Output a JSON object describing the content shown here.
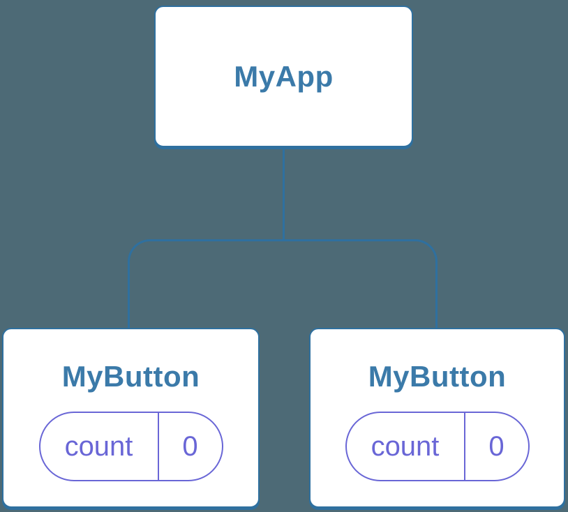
{
  "diagram": {
    "description": "Component tree diagram: root component with two child components holding independent state",
    "tree": {
      "root": {
        "label": "MyApp"
      },
      "children": [
        {
          "label": "MyButton",
          "state": {
            "name": "count",
            "value": "0"
          }
        },
        {
          "label": "MyButton",
          "state": {
            "name": "count",
            "value": "0"
          }
        }
      ]
    }
  },
  "colors": {
    "background": "#4D6A76",
    "node_fill": "#FFFFFF",
    "node_stroke": "#2F709F",
    "node_label_text": "#3B7AA9",
    "connector": "#2F709F",
    "state_accent": "#6966D6"
  }
}
